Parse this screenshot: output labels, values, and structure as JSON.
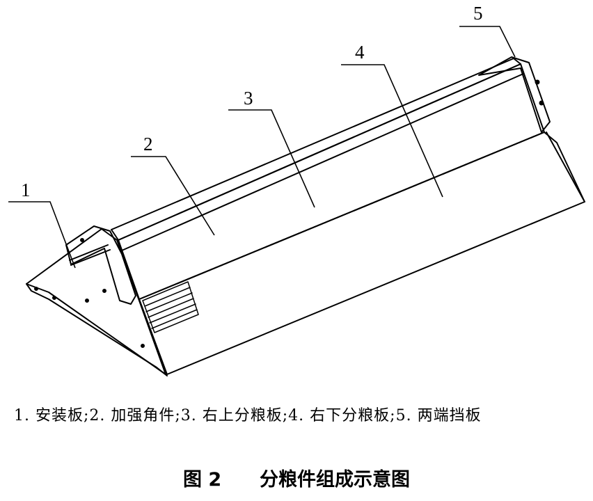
{
  "callouts": {
    "n1": "1",
    "n2": "2",
    "n3": "3",
    "n4": "4",
    "n5": "5"
  },
  "caption": {
    "legend": "1. 安装板;2. 加强角件;3. 右上分粮板;4. 右下分粮板;5. 两端挡板",
    "figure_label": "图 2",
    "figure_title": "分粮件组成示意图"
  },
  "colors": {
    "line": "#000000",
    "background": "#ffffff"
  }
}
